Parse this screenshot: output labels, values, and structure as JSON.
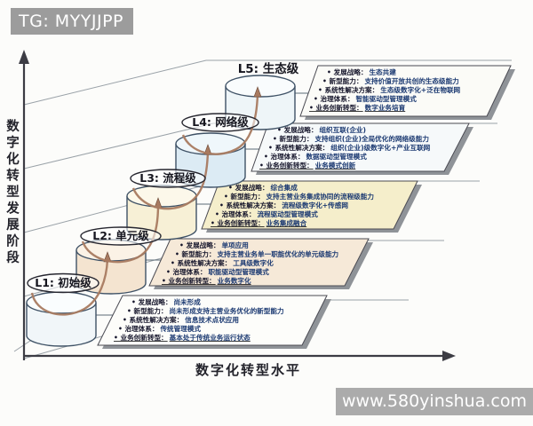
{
  "tag": "TG: MYYJJPP",
  "watermark": "www.580yinshua.com",
  "axes": {
    "y_label": "数字化转型发展阶段",
    "x_label": "数字化转型水平"
  },
  "colors": {
    "arrow": "#a87a60",
    "axis": "#3c3c44",
    "tag_bg": "#9c9c9c",
    "watermark_bg": "#ababab"
  },
  "levels": [
    {
      "label": "L1: 初始级",
      "cylinder_color": "#f1f6f9",
      "cylinder_top": "#fafdfe",
      "box_color": "#fdfdfa",
      "items": [
        {
          "label": "• 发展战略：",
          "value": "尚未形成"
        },
        {
          "label": "• 新型能力：",
          "value": "尚未形成支持主营业务优化的新型能力"
        },
        {
          "label": "• 系统性解决方案：",
          "value": "信息技术点状应用"
        },
        {
          "label": "• 治理体系：",
          "value": "传统管理模式"
        },
        {
          "label": "• 业务创新转型：",
          "value": "基本处于传统业务运行状态"
        }
      ]
    },
    {
      "label": "L2: 单元级",
      "cylinder_color": "#f4e4d0",
      "cylinder_top": "#fbf2e6",
      "box_color": "#f6e9d8",
      "items": [
        {
          "label": "• 发展战略：",
          "value": "单项应用"
        },
        {
          "label": "• 新型能力：",
          "value": "支持主营业务单一职能优化的单元级能力"
        },
        {
          "label": "• 系统性解决方案：",
          "value": "工具级数字化"
        },
        {
          "label": "• 治理体系：",
          "value": "职能驱动型管理模式"
        },
        {
          "label": "• 业务创新转型：",
          "value": "业务数字化"
        }
      ]
    },
    {
      "label": "L3: 流程级",
      "cylinder_color": "#f7f0d6",
      "cylinder_top": "#fcf8ea",
      "box_color": "#f5eecb",
      "items": [
        {
          "label": "• 发展战略：",
          "value": "综合集成"
        },
        {
          "label": "• 新型能力：",
          "value": "支持主营业务集成协同的流程级能力"
        },
        {
          "label": "• 系统性解决方案：",
          "value": "流程级数字化+传感网"
        },
        {
          "label": "• 治理体系：",
          "value": "流程驱动型管理模式"
        },
        {
          "label": "• 业务创新转型：",
          "value": "业务集成融合"
        }
      ]
    },
    {
      "label": "L4: 网络级",
      "cylinder_color": "#dcebf4",
      "cylinder_top": "#eff7fb",
      "box_color": "#f6f9fa",
      "items": [
        {
          "label": "• 发展战略：",
          "value": "组织互联(企业)"
        },
        {
          "label": "• 新型能力：",
          "value": "支持组织(企业)全局优化的网络级能力"
        },
        {
          "label": "• 系统性解决方案：",
          "value": "组织(企业)级数字化+产业互联网"
        },
        {
          "label": "• 治理体系：",
          "value": "数据驱动型管理模式"
        },
        {
          "label": "• 业务创新转型：",
          "value": "业务模式创新"
        }
      ]
    },
    {
      "label": "L5: 生态级",
      "cylinder_color": "#eef5f8",
      "cylinder_top": "#f9fcfd",
      "box_color": "#fbfbf7",
      "items": [
        {
          "label": "• 发展战略：",
          "value": "生态共建"
        },
        {
          "label": "• 新型能力：",
          "value": "支持价值开放共创的生态级能力"
        },
        {
          "label": "• 系统性解决方案：",
          "value": "生态级数字化+泛在物联网"
        },
        {
          "label": "• 治理体系：",
          "value": "智能驱动型管理模式"
        },
        {
          "label": "• 业务创新转型：",
          "value": "数字业务培育"
        }
      ]
    }
  ]
}
